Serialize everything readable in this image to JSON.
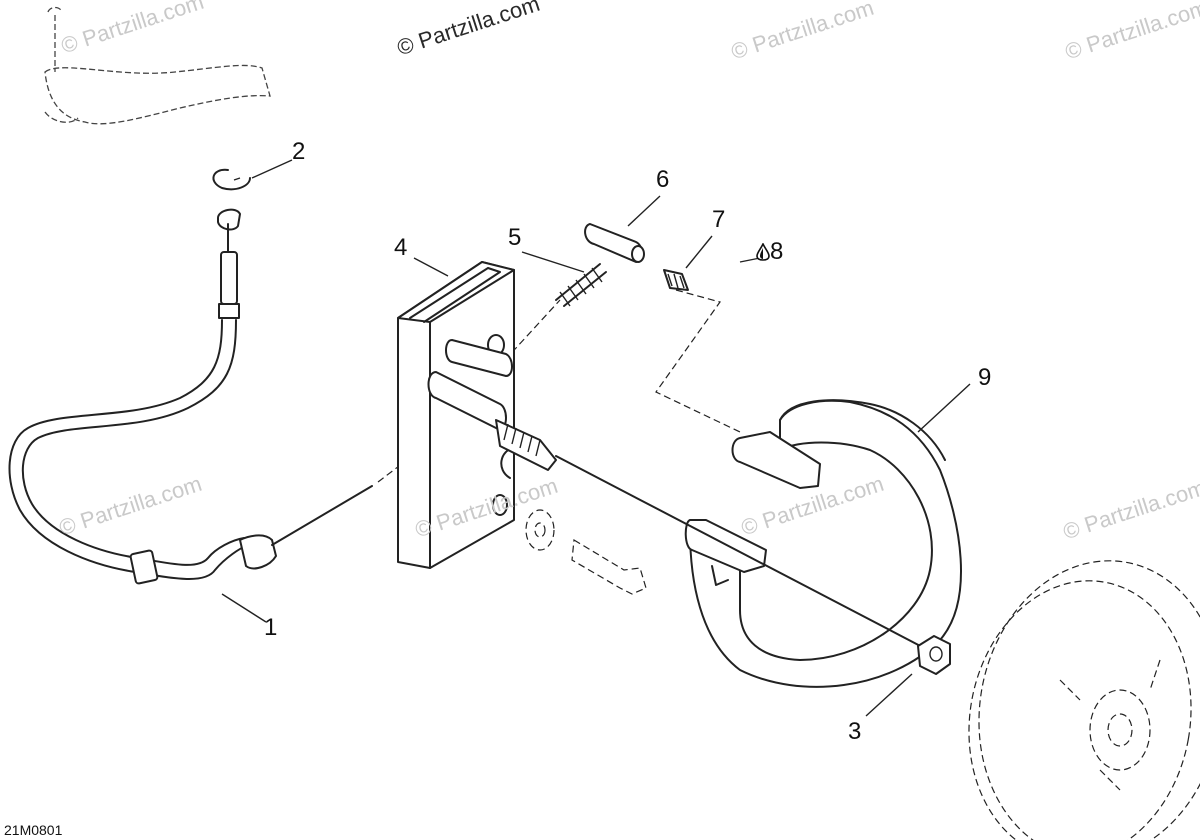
{
  "watermark_text": "© Partzilla.com",
  "drawing_id": "21M0801",
  "callouts": [
    "1",
    "2",
    "3",
    "4",
    "5",
    "6",
    "7",
    "8",
    "9"
  ],
  "lubricant_icon": "oil-drop-icon"
}
